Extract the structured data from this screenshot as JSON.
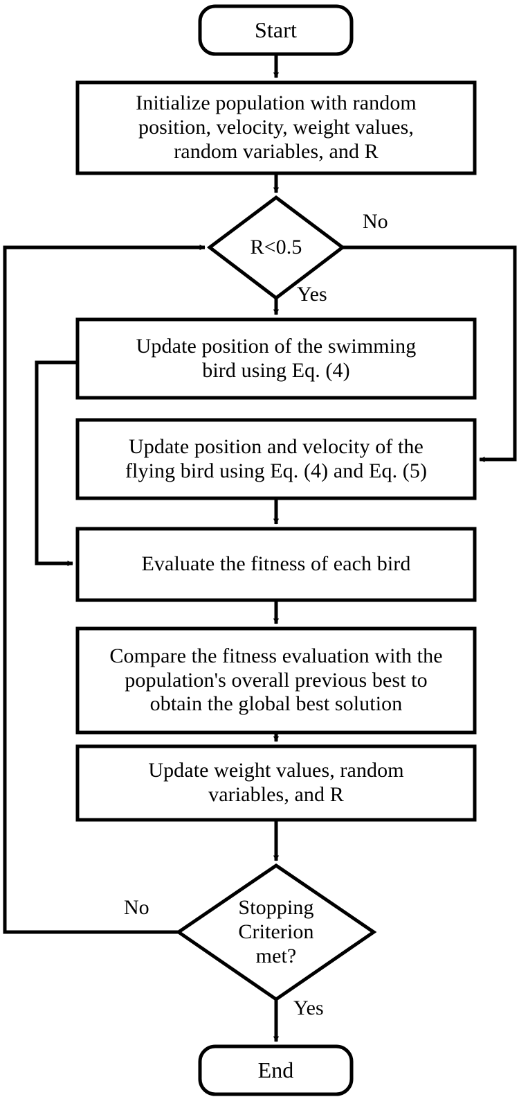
{
  "diagram": {
    "title": "Bird Swarm Algorithm Flowchart",
    "type": "flowchart",
    "stroke_color": "#000000",
    "fill_color": "#ffffff",
    "background": "#ffffff"
  },
  "nodes": {
    "start": {
      "label": "Start",
      "shape": "terminator"
    },
    "initialize": {
      "label": "Initialize population with random\nposition, velocity, weight values,\nrandom variables, and R",
      "shape": "process"
    },
    "decision_r": {
      "label": "R<0.5",
      "shape": "decision"
    },
    "swimming": {
      "label": "Update position of the swimming\nbird using Eq. (4)",
      "shape": "process"
    },
    "flying": {
      "label": "Update position and velocity of the\nflying bird using Eq. (4) and Eq. (5)",
      "shape": "process"
    },
    "evaluate": {
      "label": "Evaluate the fitness of each bird",
      "shape": "process"
    },
    "compare": {
      "label": "Compare the fitness evaluation with the\npopulation's overall previous best to\nobtain the global best solution",
      "shape": "process"
    },
    "update_weights": {
      "label": "Update weight values, random\nvariables, and R",
      "shape": "process"
    },
    "decision_stop": {
      "label": "Stopping\nCriterion\nmet?",
      "shape": "decision"
    },
    "end": {
      "label": "End",
      "shape": "terminator"
    }
  },
  "edge_labels": {
    "r_no": "No",
    "r_yes": "Yes",
    "stop_no": "No",
    "stop_yes": "Yes"
  },
  "edges": [
    {
      "from": "start",
      "to": "initialize",
      "label": ""
    },
    {
      "from": "initialize",
      "to": "decision_r",
      "label": ""
    },
    {
      "from": "decision_r",
      "to": "flying",
      "label": "No"
    },
    {
      "from": "decision_r",
      "to": "swimming",
      "label": "Yes"
    },
    {
      "from": "swimming",
      "to": "evaluate",
      "label": ""
    },
    {
      "from": "flying",
      "to": "evaluate",
      "label": ""
    },
    {
      "from": "evaluate",
      "to": "compare",
      "label": ""
    },
    {
      "from": "compare",
      "to": "update_weights",
      "label": ""
    },
    {
      "from": "update_weights",
      "to": "decision_stop",
      "label": ""
    },
    {
      "from": "decision_stop",
      "to": "decision_r",
      "label": "No"
    },
    {
      "from": "decision_stop",
      "to": "end",
      "label": "Yes"
    }
  ]
}
